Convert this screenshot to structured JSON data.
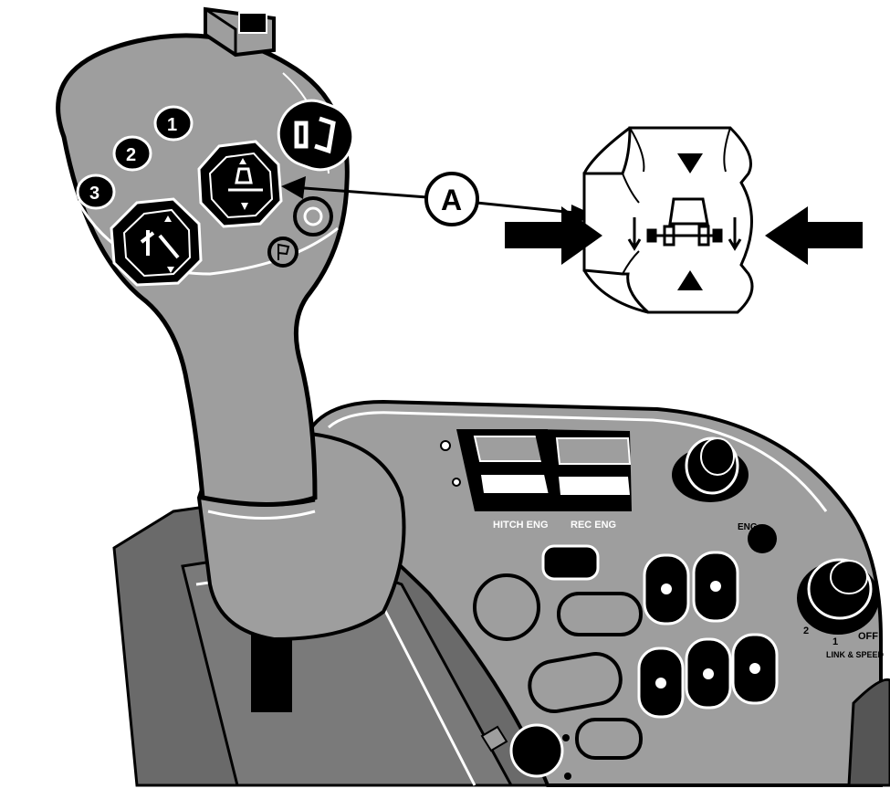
{
  "callout": {
    "label": "A"
  },
  "handle_buttons": {
    "memory_1": "1",
    "memory_2": "2",
    "memory_3": "3"
  },
  "console": {
    "scv_left_label": "HITCH ENG",
    "scv_right_label": "REC ENG",
    "knob_label": "ENG",
    "dial_off_label": "OFF",
    "dial_labels": [
      "1",
      "2"
    ],
    "dial_legend": "LINK & SPEED"
  },
  "colors": {
    "body_gray": "#9e9e9e",
    "dark_gray": "#6a6a6a",
    "button_black": "#000000",
    "line": "#000000",
    "paper": "#ffffff"
  },
  "icons": {
    "switch_detail": "hitch-raise-lower-switch",
    "pointer": "solid-arrow"
  }
}
